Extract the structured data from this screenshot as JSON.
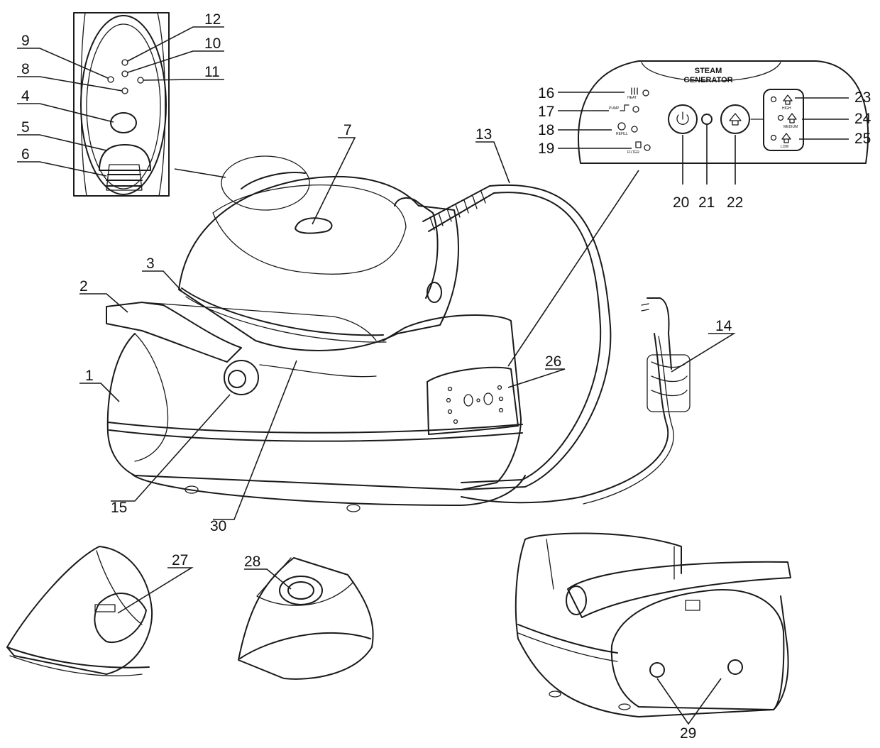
{
  "callouts": {
    "c1": "1",
    "c2": "2",
    "c3": "3",
    "c4": "4",
    "c5": "5",
    "c6": "6",
    "c7": "7",
    "c8": "8",
    "c9": "9",
    "c10": "10",
    "c11": "11",
    "c12": "12",
    "c13": "13",
    "c14": "14",
    "c15": "15",
    "c16": "16",
    "c17": "17",
    "c18": "18",
    "c19": "19",
    "c20": "20",
    "c21": "21",
    "c22": "22",
    "c23": "23",
    "c24": "24",
    "c25": "25",
    "c26": "26",
    "c27": "27",
    "c28": "28",
    "c29": "29",
    "c30": "30"
  },
  "panel": {
    "title_line1": "STEAM",
    "title_line2": "GENERATOR",
    "indicator_labels": {
      "heat": "HEAT",
      "pump": "PUMP",
      "refill": "REFILL",
      "filter": "FILTER"
    },
    "steam_levels": {
      "high": "HIGH",
      "medium": "MEDIUM",
      "low": "LOW"
    }
  }
}
